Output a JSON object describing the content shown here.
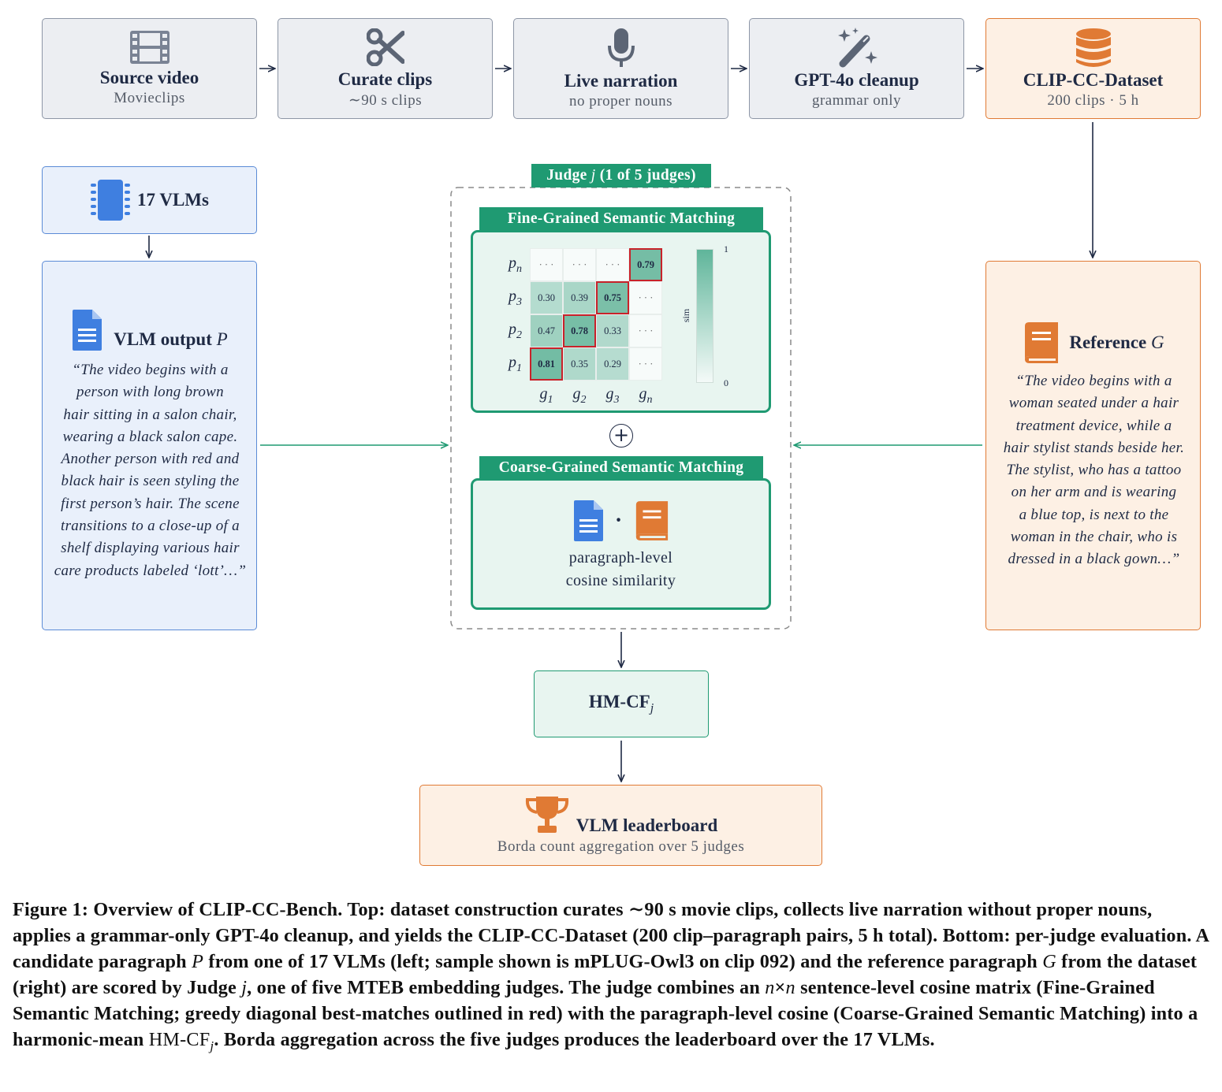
{
  "pipeline": [
    {
      "title": "Source video",
      "subtitle": "Movieclips",
      "icon": "film-icon"
    },
    {
      "title": "Curate clips",
      "subtitle": "∼90 s clips",
      "icon": "scissors-icon"
    },
    {
      "title": "Live narration",
      "subtitle": "no proper nouns",
      "icon": "microphone-icon"
    },
    {
      "title": "GPT-4o cleanup",
      "subtitle": "grammar only",
      "icon": "magic-wand-icon"
    },
    {
      "title": "CLIP-CC-Dataset",
      "subtitle": "200 clips · 5 h",
      "icon": "database-icon"
    }
  ],
  "vlms": {
    "label": "17 VLMs",
    "icon": "chip-icon"
  },
  "vlm_output": {
    "title": "VLM output",
    "var": "P",
    "icon": "document-icon",
    "quote_lines": [
      "“The video begins with a",
      "person with long brown",
      "hair sitting in a salon chair,",
      "wearing a black salon cape.",
      "Another person with red and",
      "black hair is seen styling the",
      "first person’s hair. The scene",
      "transitions to a close-up of a",
      "shelf displaying various hair",
      "care products labeled ‘lott’…”"
    ]
  },
  "reference": {
    "title": "Reference",
    "var": "G",
    "icon": "book-icon",
    "quote_lines": [
      "“The video begins with a",
      "woman seated under a hair",
      "treatment device, while a",
      "hair stylist stands beside her.",
      "The stylist, who has a tattoo",
      "on her arm and is wearing",
      "a blue top, is next to the",
      "woman in the chair, who is",
      "dressed in a black gown…”"
    ]
  },
  "judge": {
    "label_prefix": "Judge",
    "var": "j",
    "label_suffix": "(1 of 5 judges)",
    "fine_title": "Fine-Grained Semantic Matching",
    "coarse_title": "Coarse-Grained Semantic Matching",
    "coarse_lines": [
      "paragraph-level",
      "cosine similarity"
    ],
    "coarse_dot": "·",
    "plus": "+",
    "colorbar_label": "sim",
    "colorbar_max": "1",
    "colorbar_min": "0"
  },
  "matrix": {
    "row_labels": [
      {
        "base": "p",
        "sub": "n"
      },
      {
        "base": "p",
        "sub": "3"
      },
      {
        "base": "p",
        "sub": "2"
      },
      {
        "base": "p",
        "sub": "1"
      }
    ],
    "col_labels": [
      {
        "base": "g",
        "sub": "1"
      },
      {
        "base": "g",
        "sub": "2"
      },
      {
        "base": "g",
        "sub": "3"
      },
      {
        "base": "g",
        "sub": "n"
      }
    ],
    "cells": [
      [
        "· · ·",
        "· · ·",
        "· · ·",
        "0.79"
      ],
      [
        "0.30",
        "0.39",
        "0.75",
        "· · ·"
      ],
      [
        "0.47",
        "0.78",
        "0.33",
        "· · ·"
      ],
      [
        "0.81",
        "0.35",
        "0.29",
        "· · ·"
      ]
    ],
    "highlight": [
      [
        0,
        3
      ],
      [
        1,
        2
      ],
      [
        2,
        1
      ],
      [
        3,
        0
      ]
    ]
  },
  "hm": {
    "base": "HM-CF",
    "sub": "j"
  },
  "leaderboard": {
    "title": "VLM leaderboard",
    "subtitle": "Borda count aggregation over 5 judges",
    "icon": "trophy-icon"
  },
  "caption": {
    "s1": "Figure 1: Overview of CLIP-CC-Bench. Top: dataset construction curates ∼90 s movie clips, collects live narration without proper nouns, applies a grammar-only GPT-4o cleanup, and yields the CLIP-CC-Dataset (200 clip–paragraph pairs, 5 h total). Bottom: per-judge evaluation. A candidate paragraph ",
    "v1": "P",
    "s2": " from one of 17 VLMs (left; sample shown is mPLUG-Owl3 on clip 092) and the reference paragraph ",
    "v2": "G",
    "s3": " from the dataset (right) are scored by Judge ",
    "v3": "j",
    "s4": ", one of five MTEB embedding judges. The judge combines an ",
    "v4": "n",
    "s5": "×",
    "v5": "n",
    "s6": " sentence-level cosine matrix (Fine-Grained Semantic Matching; greedy diagonal best-matches outlined in red) with the paragraph-level cosine (Coarse-Grained Semantic Matching) into a harmonic-mean ",
    "m1": "HM-CF",
    "m1sub": "j",
    "s7": ". Borda aggregation across the five judges produces the leaderboard over the 17 VLMs."
  }
}
